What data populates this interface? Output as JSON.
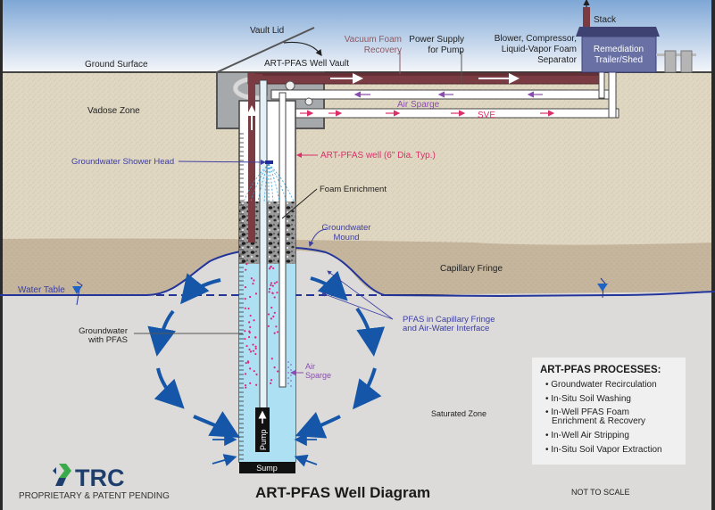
{
  "title": "ART-PFAS Well Diagram",
  "footer": {
    "logo_text": "TRC",
    "proprietary": "PROPRIETARY & PATENT PENDING",
    "scale_note": "NOT TO SCALE"
  },
  "zones": {
    "ground_surface": "Ground Surface",
    "vadose": "Vadose Zone",
    "capillary": "Capillary Fringe",
    "water_table": "Water Table",
    "saturated": "Saturated Zone"
  },
  "labels": {
    "vault_lid": "Vault Lid",
    "well_vault": "ART-PFAS Well Vault",
    "vacuum_foam_1": "Vacuum Foam",
    "vacuum_foam_2": "Recovery",
    "power_1": "Power Supply",
    "power_2": "for Pump",
    "blower_1": "Blower, Compressor,",
    "blower_2": "Liquid-Vapor Foam",
    "blower_3": "Separator",
    "stack": "Stack",
    "trailer_1": "Remediation",
    "trailer_2": "Trailer/Shed",
    "air_sparge_line": "Air Sparge",
    "sve": "SVE",
    "well": "ART-PFAS well (6\" Dia. Typ.)",
    "shower_head": "Groundwater Shower Head",
    "foam_enrichment": "Foam Enrichment",
    "mound_1": "Groundwater",
    "mound_2": "Mound",
    "pfas_1": "PFAS in Capillary Fringe",
    "pfas_2": "and Air-Water Interface",
    "gw_pfas_1": "Groundwater",
    "gw_pfas_2": "with PFAS",
    "air_sparge_1": "Air",
    "air_sparge_2": "Sparge",
    "pump": "Pump",
    "sump": "Sump"
  },
  "processes": {
    "heading": "ART-PFAS PROCESSES:",
    "items": [
      "• Groundwater Recirculation",
      "• In-Situ Soil Washing",
      "• In-Well PFAS Foam",
      "Enrichment & Recovery",
      "• In-Well Air Stripping",
      "• In-Situ Soil Vapor Extraction"
    ]
  },
  "colors": {
    "sky_top": "#7ea7d6",
    "sky_bottom": "#f4f6fa",
    "vadose": "#e0d7c2",
    "capillary": "#c4b59c",
    "saturated": "#dcdbda",
    "vault": "#a6a9ac",
    "foam_pipe": "#7a3c42",
    "water": "#aee0f4",
    "flow_arrow": "#1556a8",
    "label_blue": "#3c3ea0",
    "label_pink": "#d9306a",
    "label_purple": "#8a4cb0",
    "label_mauve": "#8a5a64",
    "shed": "#6870a4",
    "shed_roof": "#3e4273",
    "pfas_dot": "#e0257a",
    "trc_blue": "#1e3f6e",
    "trc_green": "#3aaa4a"
  }
}
